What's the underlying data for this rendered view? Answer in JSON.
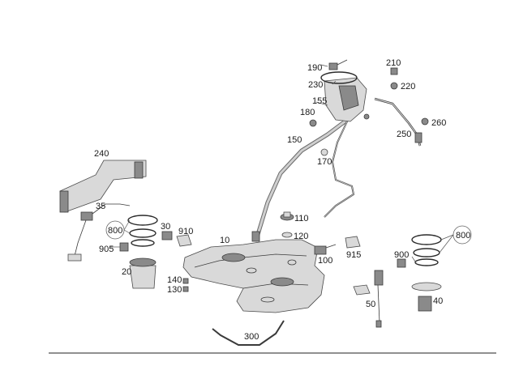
{
  "diagram": {
    "callouts": {
      "c10": "10",
      "c20": "20",
      "c30": "30",
      "c35": "35",
      "c40": "40",
      "c50": "50",
      "c100": "100",
      "c110": "110",
      "c120": "120",
      "c130": "130",
      "c140": "140",
      "c150": "150",
      "c155": "155",
      "c170": "170",
      "c180": "180",
      "c190": "190",
      "c210": "210",
      "c220": "220",
      "c230": "230",
      "c240": "240",
      "c250": "250",
      "c260": "260",
      "c300": "300",
      "c800a": "800",
      "c800b": "800",
      "c900": "900",
      "c905": "905",
      "c910": "910",
      "c915": "915"
    }
  }
}
